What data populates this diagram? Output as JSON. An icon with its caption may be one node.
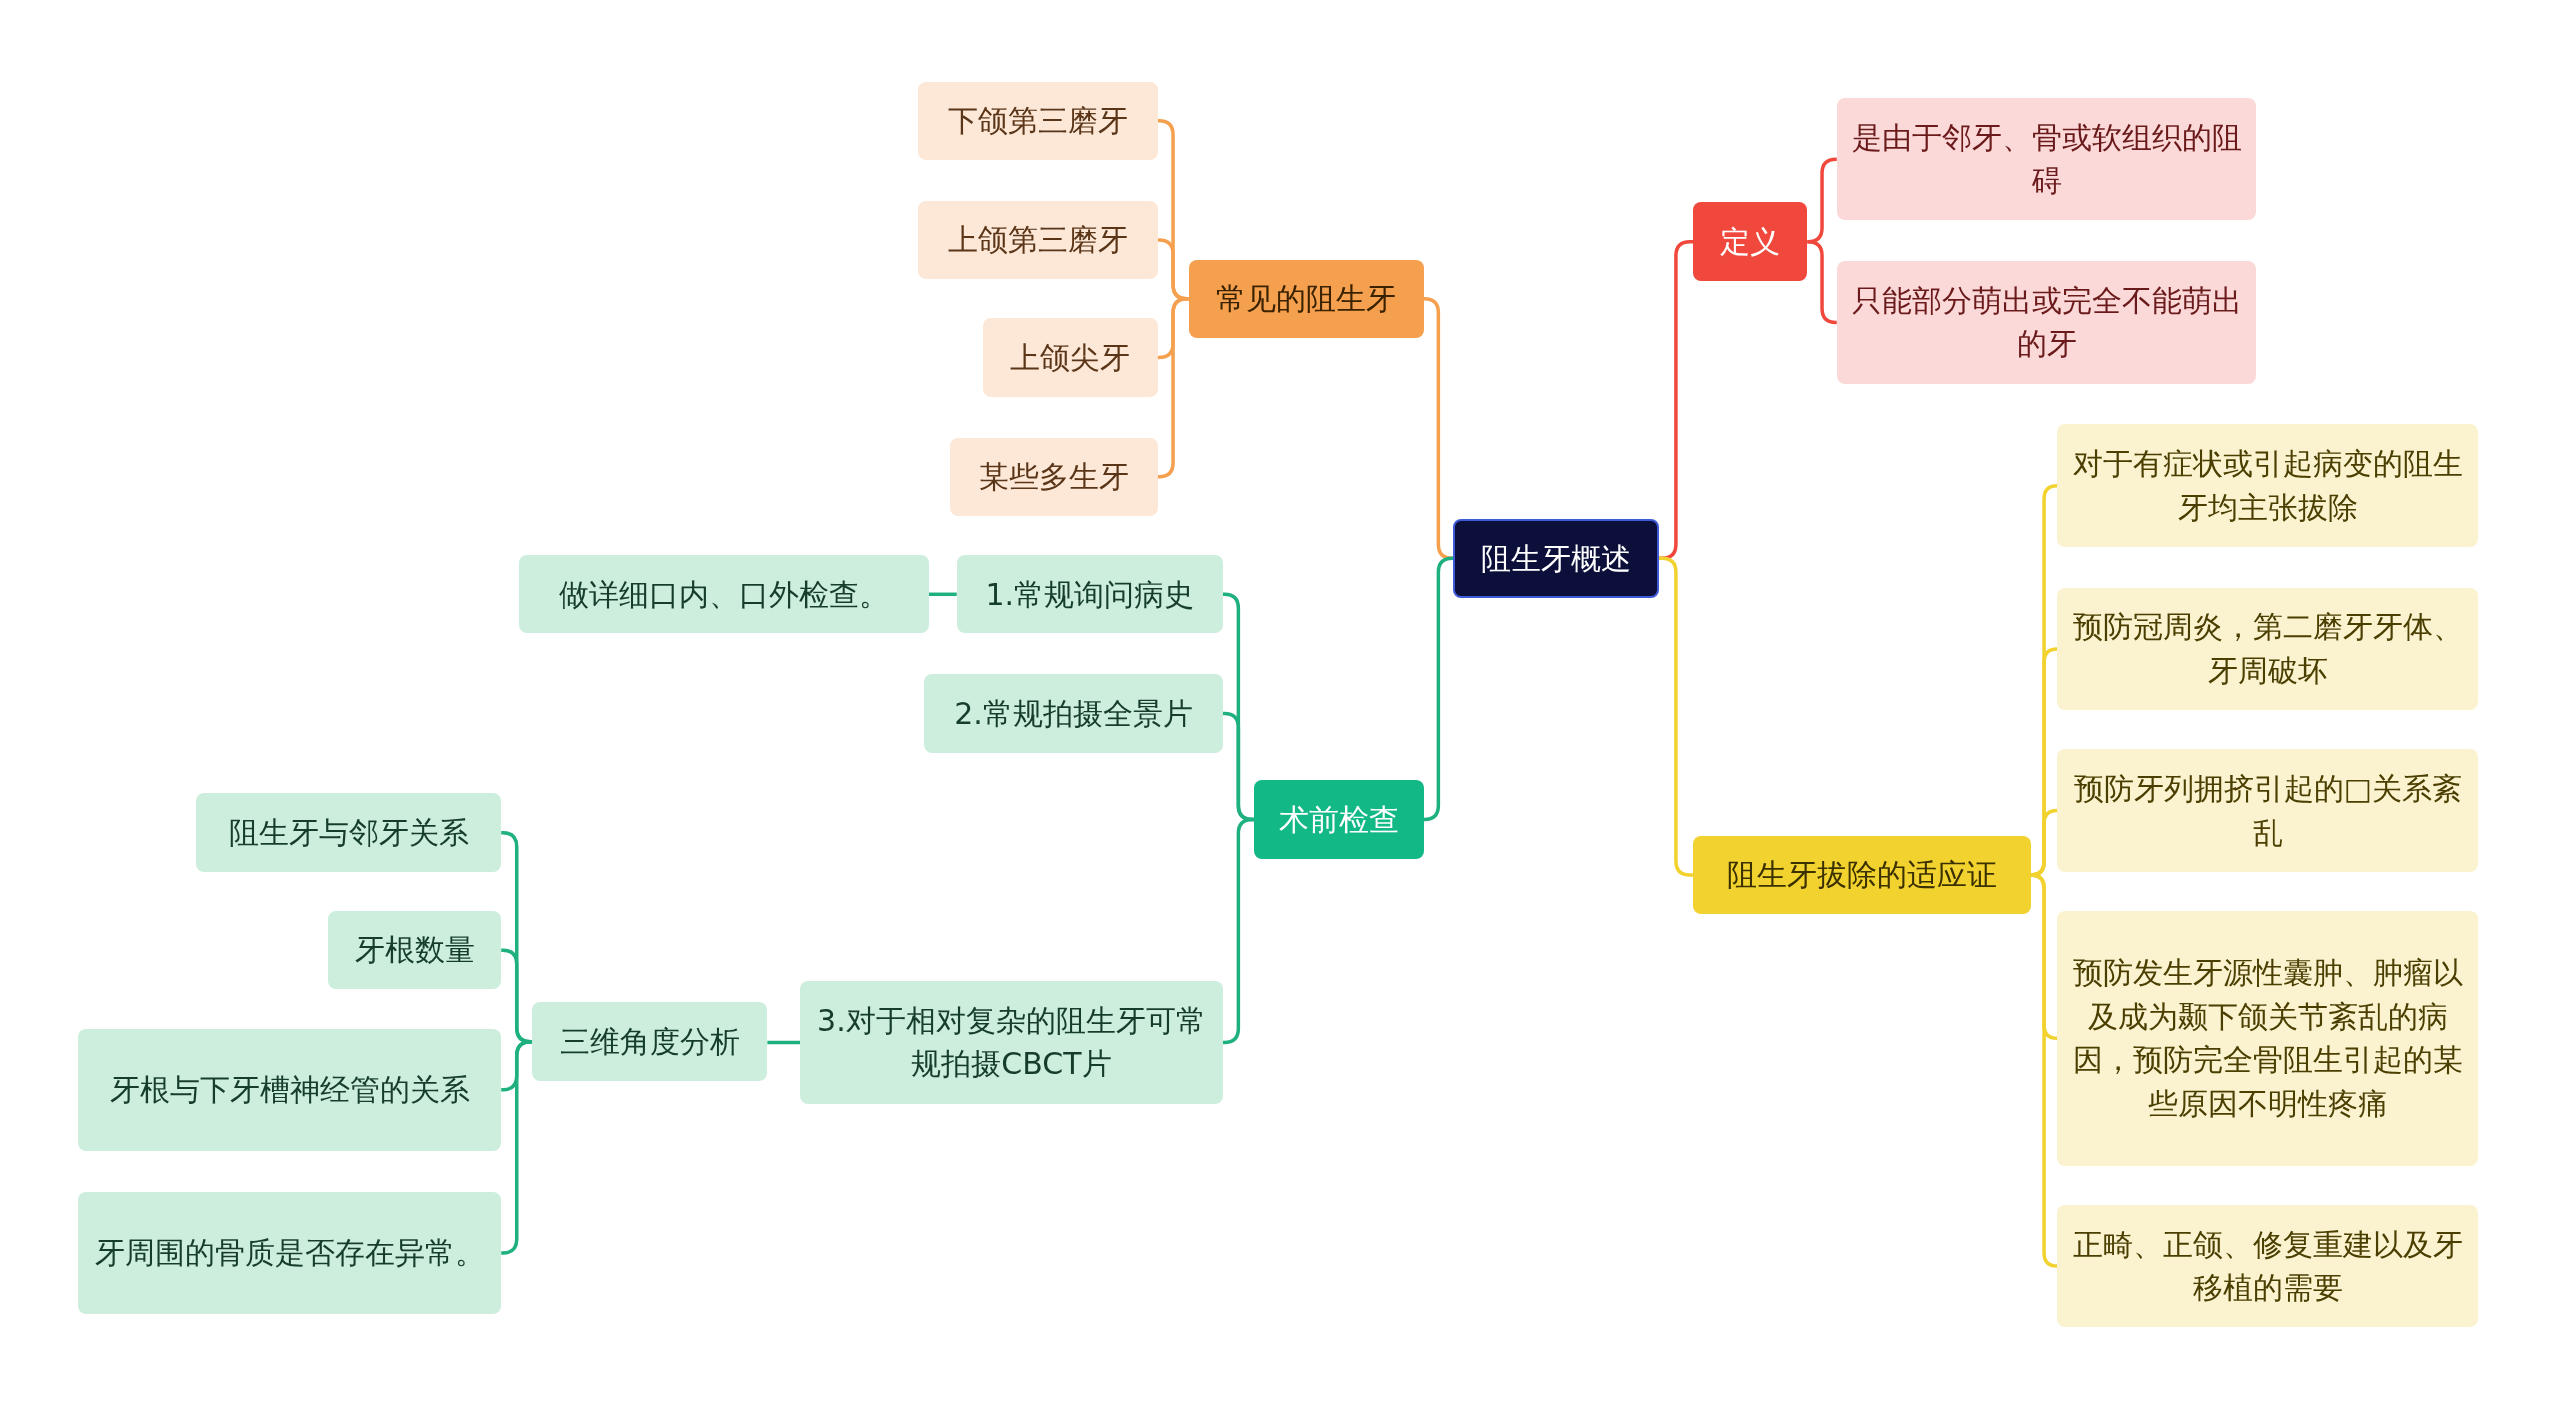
{
  "diagram": {
    "nodes": [
      {
        "text": [
          "阻生牙概述"
        ]
      },
      {
        "text": [
          "常见的阻生牙"
        ]
      },
      {
        "text": [
          "下颌第三磨牙"
        ]
      },
      {
        "text": [
          "上颌第三磨牙"
        ]
      },
      {
        "text": [
          "上颌尖牙"
        ]
      },
      {
        "text": [
          "某些多生牙"
        ]
      },
      {
        "text": [
          "术前检查"
        ]
      },
      {
        "text": [
          "1.常规询问病史"
        ]
      },
      {
        "text": [
          "做详细口内、口外检查。"
        ]
      },
      {
        "text": [
          "2.常规拍摄全景片"
        ]
      },
      {
        "text": [
          "3.对于相对复杂的阻生牙可常规拍摄CBCT片"
        ]
      },
      {
        "text": [
          "三维角度分析"
        ]
      },
      {
        "text": [
          "阻生牙与邻牙关系"
        ]
      },
      {
        "text": [
          "牙根数量"
        ]
      },
      {
        "text": [
          "牙根与下牙槽神经管的关系"
        ]
      },
      {
        "text": [
          "牙周围的骨质是否存在异常。"
        ]
      },
      {
        "text": [
          "定义"
        ]
      },
      {
        "text": [
          "是由于邻牙、骨或软组织的阻碍"
        ]
      },
      {
        "text": [
          "只能部分萌出或完全不能萌出的牙"
        ]
      },
      {
        "text": [
          "阻生牙拔除的适应证"
        ]
      },
      {
        "text": [
          "对于有症状或引起病变的阻生牙均主张拔除"
        ]
      },
      {
        "text": [
          "预防冠周炎，第二磨牙牙体、牙周破坏"
        ]
      },
      {
        "text": [
          "预防牙列拥挤引起的□关系紊乱"
        ]
      },
      {
        "text": [
          "预防发生牙源性囊肿、肿瘤以及成为颞下颌关节紊乱的病因，预防完全骨阻生引起的某些原因不明性疼痛"
        ]
      },
      {
        "text": [
          "正畸、正颌、修复重建以及牙移植的需要"
        ]
      }
    ],
    "edges": [
      {
        "from": 0,
        "to": 1,
        "arrow": "none",
        "color": "#f5a04f"
      },
      {
        "from": 1,
        "to": 2,
        "arrow": "none",
        "color": "#f5a04f"
      },
      {
        "from": 1,
        "to": 3,
        "arrow": "none",
        "color": "#f5a04f"
      },
      {
        "from": 1,
        "to": 4,
        "arrow": "none",
        "color": "#f5a04f"
      },
      {
        "from": 1,
        "to": 5,
        "arrow": "none",
        "color": "#f5a04f"
      },
      {
        "from": 0,
        "to": 6,
        "arrow": "none"
      },
      {
        "from": 6,
        "to": 7,
        "arrow": "none"
      },
      {
        "from": 7,
        "to": 8,
        "arrow": "none"
      },
      {
        "from": 6,
        "to": 9,
        "arrow": "none"
      },
      {
        "from": 6,
        "to": 10,
        "arrow": "none"
      },
      {
        "from": 10,
        "to": 11,
        "arrow": "none"
      },
      {
        "from": 11,
        "to": 12,
        "arrow": "none"
      },
      {
        "from": 11,
        "to": 13,
        "arrow": "none"
      },
      {
        "from": 11,
        "to": 14,
        "arrow": "none"
      },
      {
        "from": 11,
        "to": 15,
        "arrow": "none"
      },
      {
        "from": 0,
        "to": 16,
        "arrow": "none",
        "color": "#f0483c"
      },
      {
        "from": 16,
        "to": 17,
        "arrow": "none",
        "color": "#f0483c"
      },
      {
        "from": 16,
        "to": 18,
        "arrow": "none",
        "color": "#f0483c"
      },
      {
        "from": 0,
        "to": 19,
        "arrow": "none",
        "color": "#f2d22e"
      },
      {
        "from": 19,
        "to": 20,
        "arrow": "none",
        "color": "#f2d22e"
      },
      {
        "from": 19,
        "to": 21,
        "arrow": "none",
        "color": "#f2d22e"
      },
      {
        "from": 19,
        "to": 22,
        "arrow": "none",
        "color": "#f2d22e"
      },
      {
        "from": 19,
        "to": 23,
        "arrow": "none",
        "color": "#f2d22e"
      },
      {
        "from": 19,
        "to": 24,
        "arrow": "none",
        "color": "#f2d22e"
      }
    ]
  }
}
